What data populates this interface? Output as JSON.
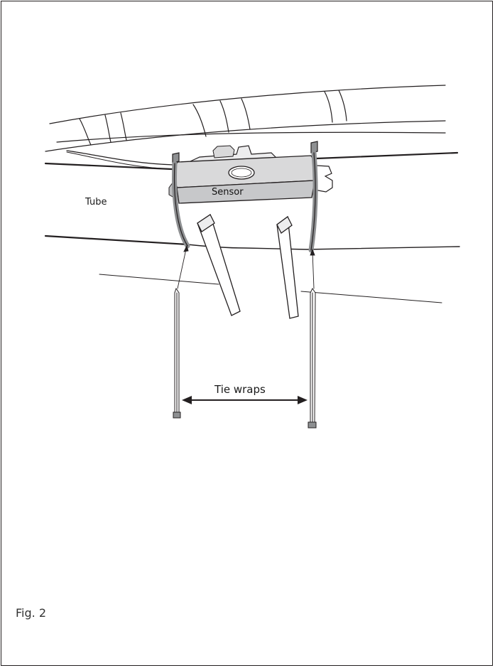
{
  "labels": {
    "tube": "Tube",
    "sensor": "Sensor",
    "tie_wraps": "Tie wraps",
    "figure": "Fig. 2"
  },
  "colors": {
    "line": "#231f20",
    "sensor_body": "#d9d9da",
    "sensor_side": "#bdbec0",
    "tie": "#8e9092"
  }
}
